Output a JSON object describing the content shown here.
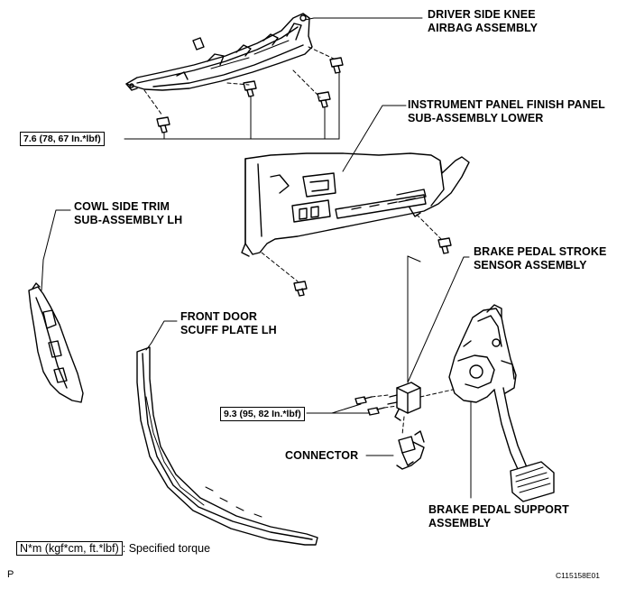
{
  "labels": {
    "driver_knee_airbag": [
      "DRIVER SIDE KNEE",
      "AIRBAG ASSEMBLY"
    ],
    "instrument_panel": [
      "INSTRUMENT PANEL FINISH PANEL",
      "SUB-ASSEMBLY LOWER"
    ],
    "cowl_side_trim": [
      "COWL SIDE TRIM",
      "SUB-ASSEMBLY LH"
    ],
    "brake_stroke_sensor": [
      "BRAKE PEDAL STROKE",
      "SENSOR ASSEMBLY"
    ],
    "front_door_scuff": [
      "FRONT DOOR",
      "SCUFF PLATE LH"
    ],
    "connector": "CONNECTOR",
    "brake_pedal_support": [
      "BRAKE PEDAL SUPPORT",
      "ASSEMBLY"
    ]
  },
  "torques": {
    "airbag_bolts": "7.6 (78, 67 In.*lbf)",
    "sensor_bolts": "9.3 (95, 82 In.*lbf)"
  },
  "legend": {
    "unit": "N*m (kgf*cm, ft.*lbf)",
    "description": ": Specified torque"
  },
  "footer": {
    "left_mark": "P",
    "figure_id": "C115158E01"
  }
}
